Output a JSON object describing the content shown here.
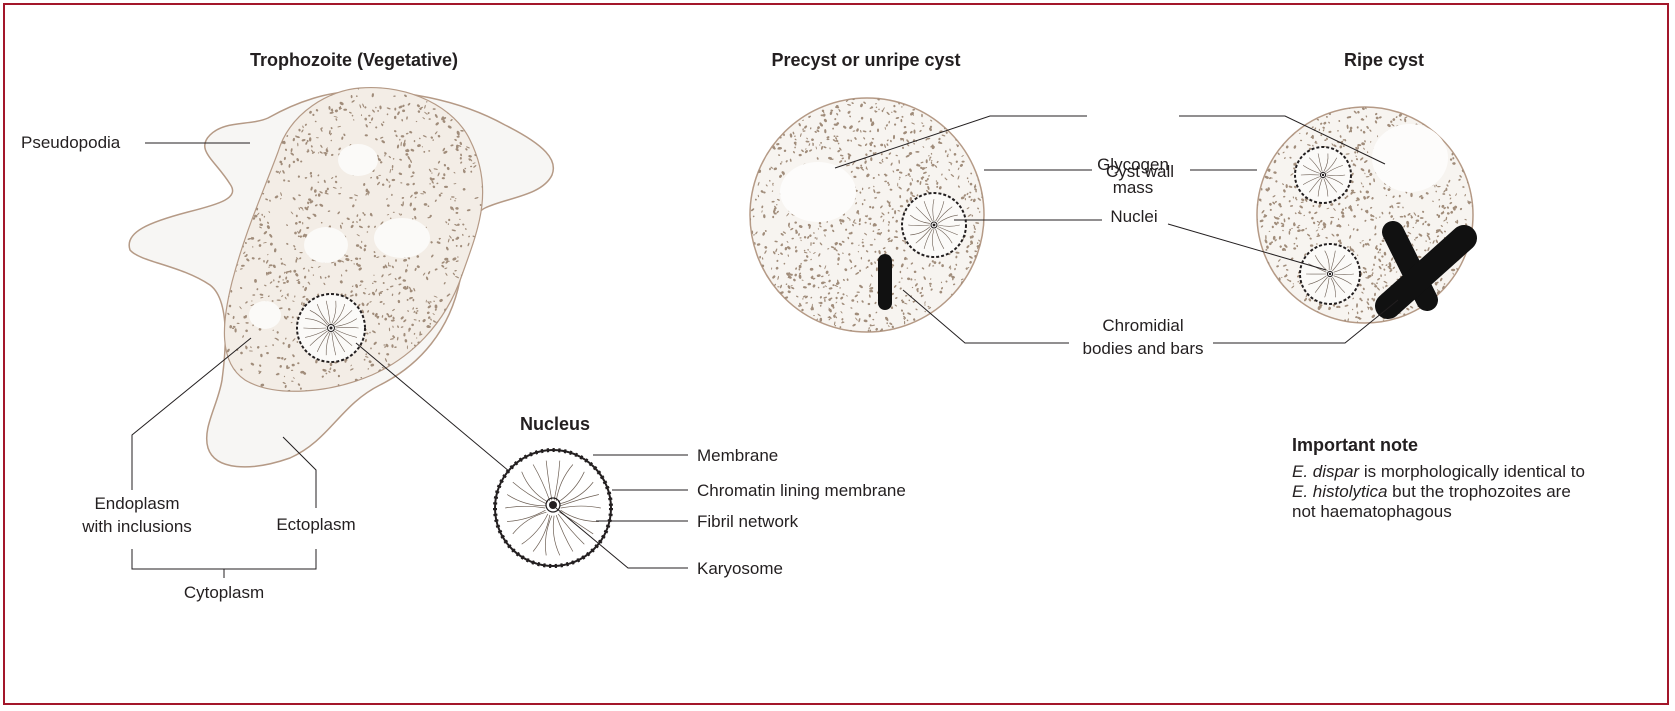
{
  "trophozoite": {
    "title": "Trophozoite (Vegetative)",
    "pseudopodia": "Pseudopodia",
    "endoplasm_line1": "Endoplasm",
    "endoplasm_line2": "with inclusions",
    "ectoplasm": "Ectoplasm",
    "cytoplasm": "Cytoplasm"
  },
  "nucleus": {
    "title": "Nucleus",
    "membrane": "Membrane",
    "chromatin": "Chromatin lining membrane",
    "fibril": "Fibril network",
    "karyosome": "Karyosome"
  },
  "precyst": {
    "title": "Precyst or unripe cyst"
  },
  "ripe_cyst": {
    "title": "Ripe cyst"
  },
  "cyst_labels": {
    "glycogen_line1": "Glycogen",
    "glycogen_line2": "mass",
    "cyst_wall": "Cyst wall",
    "nuclei": "Nuclei",
    "chromidial_line1": "Chromidial",
    "chromidial_line2": "bodies and bars"
  },
  "note": {
    "title": "Important note",
    "part1": "E. dispar",
    "part2": " is morphologically identical to ",
    "part3": "E. histolytica",
    "part4": " but the trophozoites are not haematophagous"
  },
  "colors": {
    "frame": "#a3172a",
    "ink": "#231f20",
    "speckle": "#a08c7a",
    "fill": "#f7f6f4",
    "outline": "#b59a86"
  }
}
